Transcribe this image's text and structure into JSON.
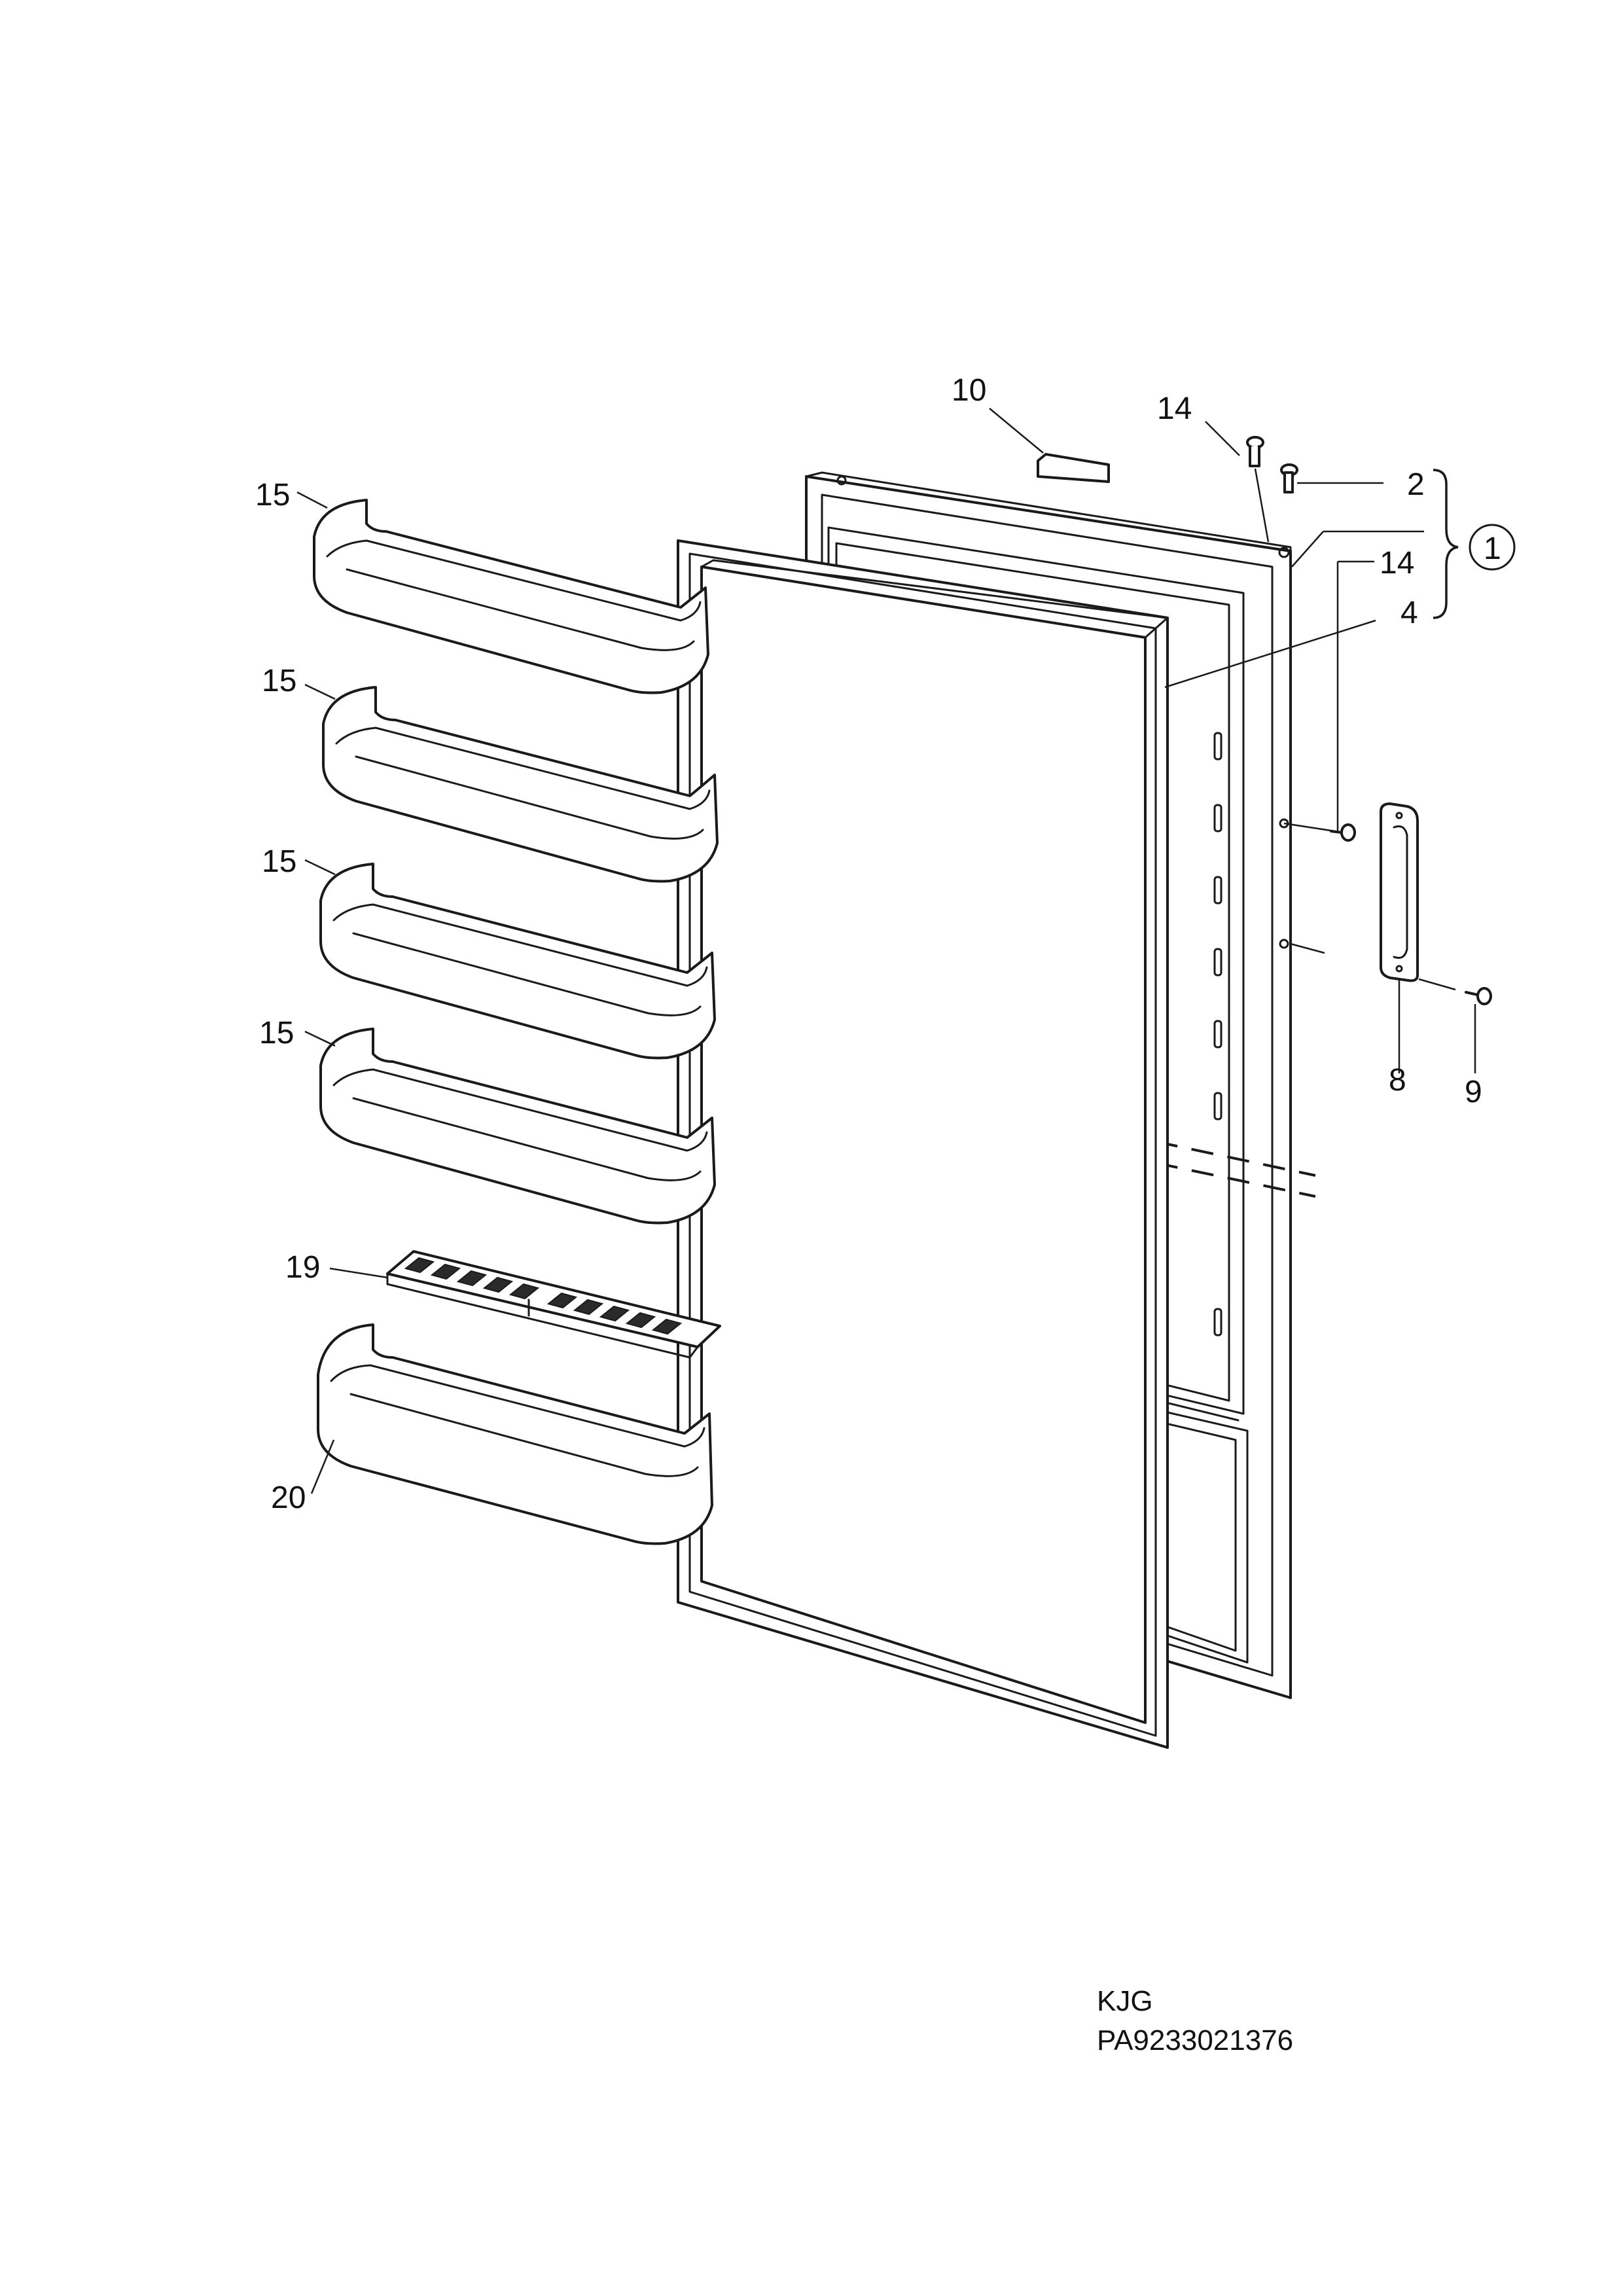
{
  "callouts": {
    "frame": "1",
    "screw_top": "2",
    "gasket": "4",
    "handle": "8",
    "handle_screw": "9",
    "cover": "10",
    "hinge_pin": "14",
    "pin_right": "14",
    "shelf_1": "15",
    "shelf_2": "15",
    "shelf_3": "15",
    "shelf_4": "15",
    "grid": "19",
    "bottom_shelf": "20"
  },
  "footer": {
    "code": "KJG",
    "part_number": "PA9233021376"
  },
  "colors": {
    "line": "#1a1a1a",
    "background": "#ffffff"
  }
}
